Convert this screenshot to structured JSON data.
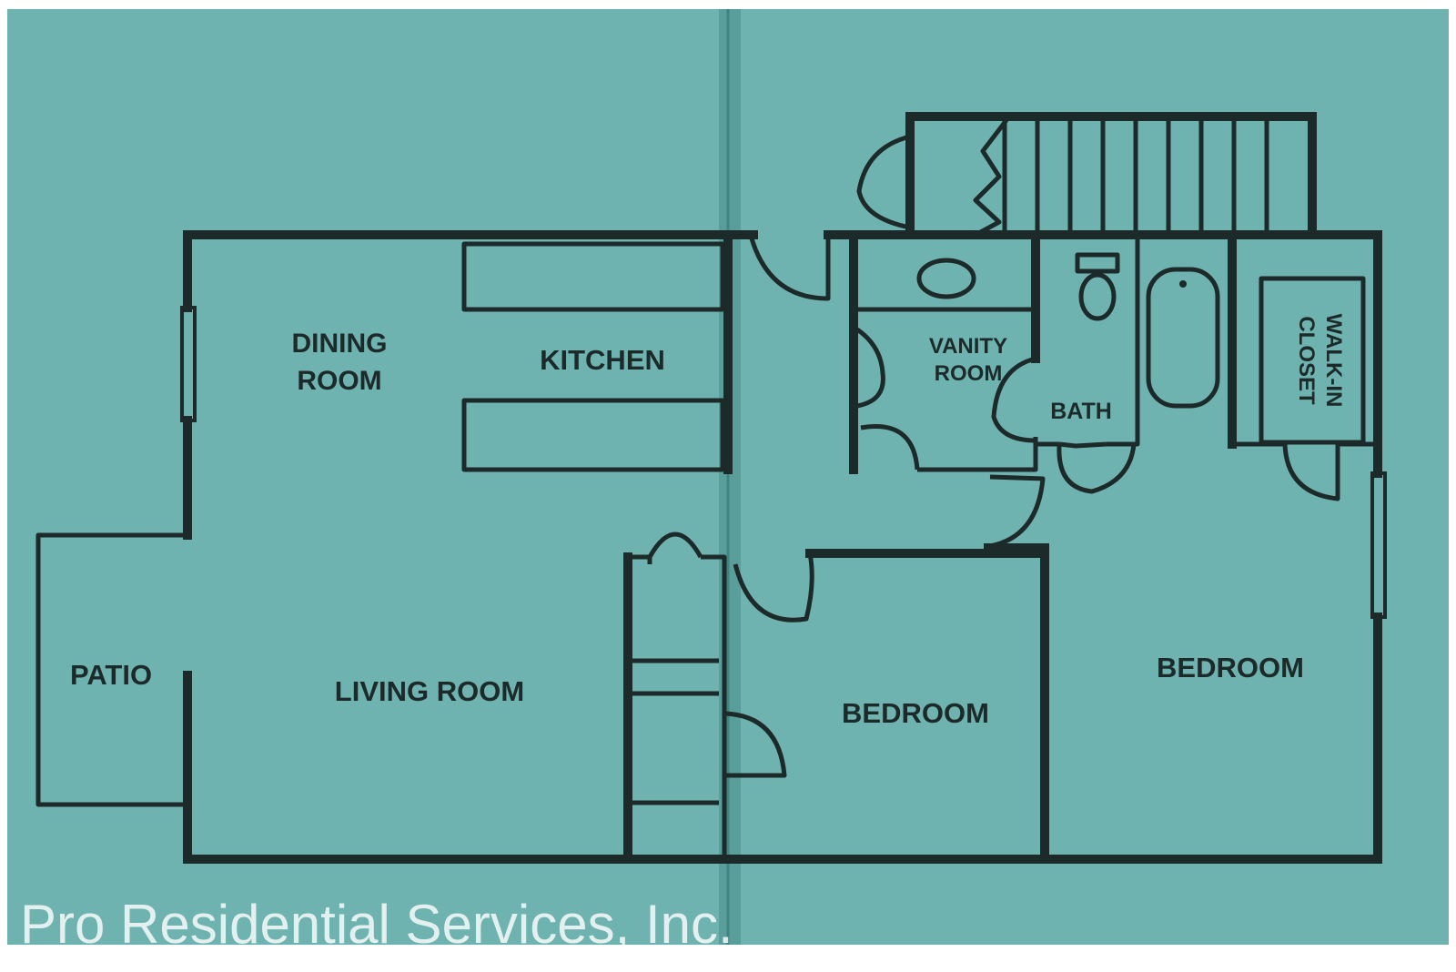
{
  "colors": {
    "background": "#6fb3b0",
    "ink": "#1d2a2a",
    "fold": "#5a9e9b",
    "watermark": "#ffffff"
  },
  "rooms": {
    "dining_line1": "DINING",
    "dining_line2": "ROOM",
    "kitchen": "KITCHEN",
    "living_room": "LIVING ROOM",
    "patio": "PATIO",
    "vanity_line1": "VANITY",
    "vanity_line2": "ROOM",
    "bath": "BATH",
    "closet_line1": "WALK-IN",
    "closet_line2": "CLOSET",
    "bedroom_center": "BEDROOM",
    "bedroom_right": "BEDROOM"
  },
  "watermark": "Pro Residential Services, Inc.",
  "icons": [
    "sink-icon",
    "toilet-icon",
    "bathtub-icon",
    "staircase-icon"
  ]
}
